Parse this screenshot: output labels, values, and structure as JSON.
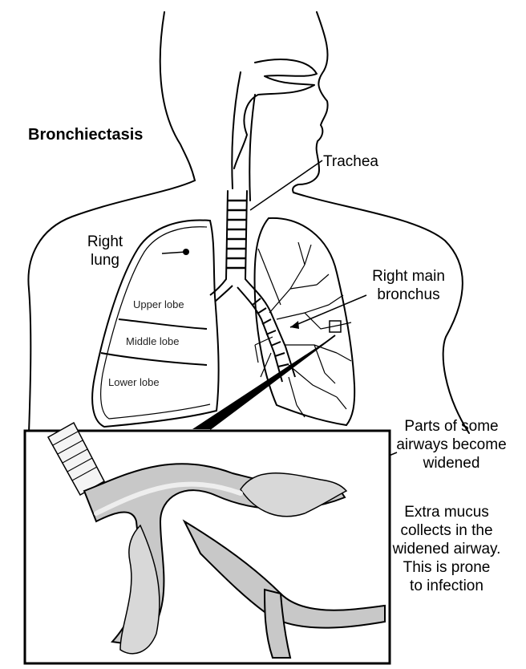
{
  "title": "Bronchiectasis",
  "labels": {
    "trachea": "Trachea",
    "right_lung": [
      "Right",
      "lung"
    ],
    "right_main_bronchus": [
      "Right main",
      "bronchus"
    ],
    "upper_lobe": "Upper lobe",
    "middle_lobe": "Middle lobe",
    "lower_lobe": "Lower lobe",
    "widened": [
      "Parts of some",
      "airways become",
      "widened"
    ],
    "mucus": [
      "Extra mucus",
      "collects in the",
      "widened airway.",
      "This is prone",
      "to infection"
    ]
  },
  "colors": {
    "line": "#000000",
    "fill_gray": "#d8d8d8",
    "airway_gray": "#bdbdbd",
    "background": "#ffffff"
  }
}
